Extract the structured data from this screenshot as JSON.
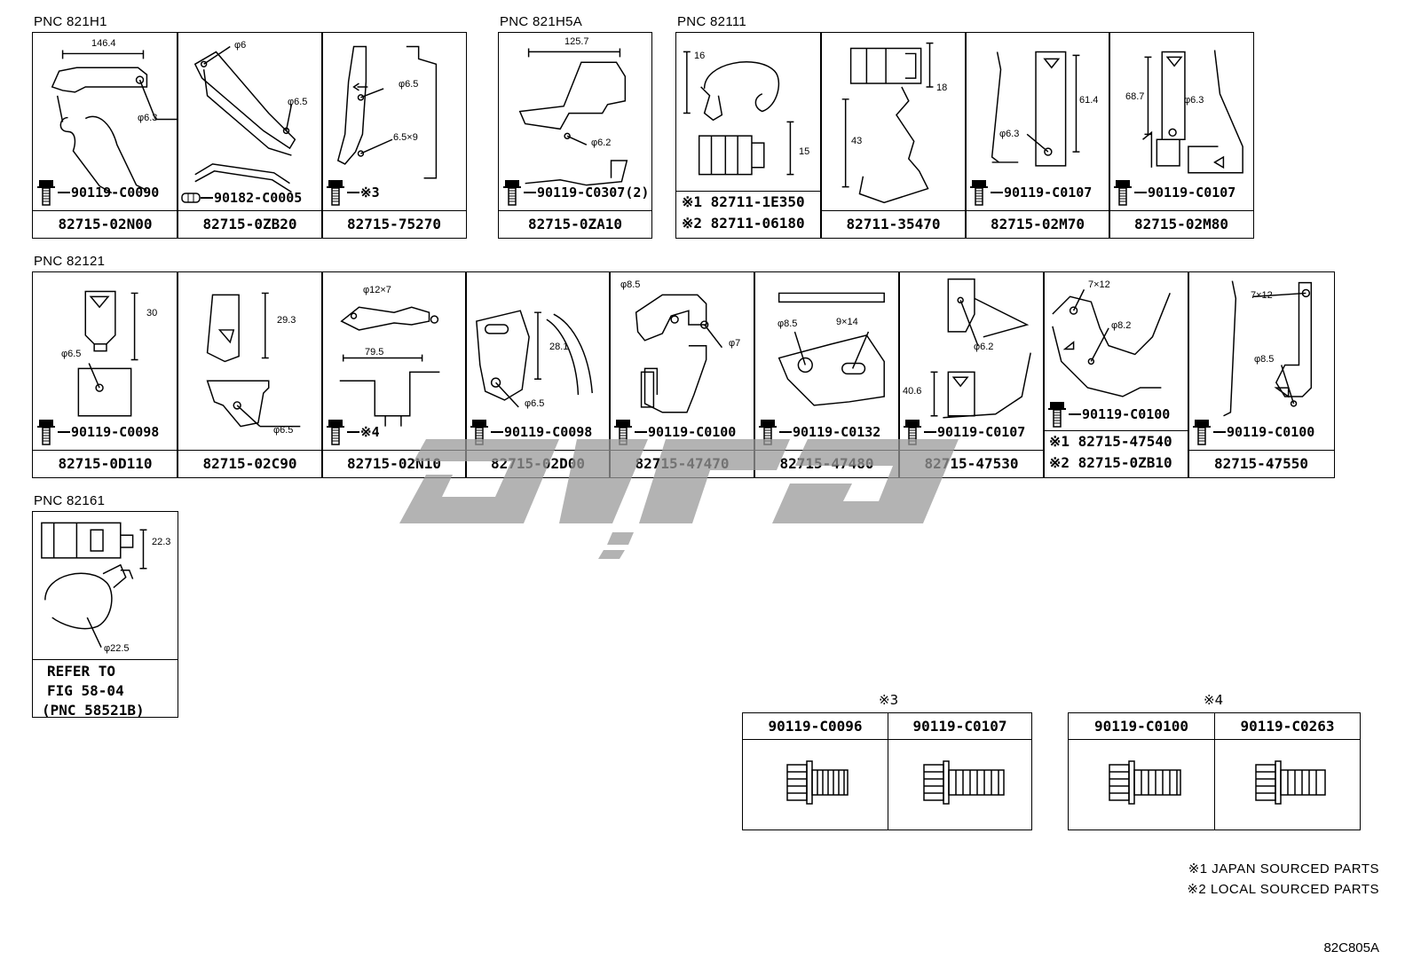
{
  "pnc_labels": {
    "p821H1": "PNC 821H1",
    "p821H5A": "PNC 821H5A",
    "p82111": "PNC 82111",
    "p82121": "PNC 82121",
    "p82161": "PNC 82161"
  },
  "row1": {
    "c1": {
      "fastener": "90119-C0090",
      "part": "82715-02N00",
      "dims": [
        "146.4",
        "φ6.3"
      ]
    },
    "c2": {
      "fastener": "90182-C0005",
      "part": "82715-0ZB20",
      "dims": [
        "φ6",
        "φ6.5"
      ]
    },
    "c3": {
      "fastener": "※3",
      "part": "82715-75270",
      "dims": [
        "φ6.5",
        "6.5×9"
      ]
    },
    "c4": {
      "fastener": "90119-C0307(2)",
      "part": "82715-0ZA10",
      "dims": [
        "125.7",
        "φ6.2"
      ]
    },
    "c5": {
      "part1": "※1 82711-1E350",
      "part2": "※2 82711-06180",
      "dims": [
        "16",
        "15"
      ]
    },
    "c6": {
      "part": "82711-35470",
      "dims": [
        "18",
        "43"
      ]
    },
    "c7": {
      "fastener": "90119-C0107",
      "part": "82715-02M70",
      "dims": [
        "61.4",
        "φ6.3"
      ]
    },
    "c8": {
      "fastener": "90119-C0107",
      "part": "82715-02M80",
      "dims": [
        "68.7",
        "φ6.3"
      ]
    }
  },
  "row2": {
    "c1": {
      "fastener": "90119-C0098",
      "part": "82715-0D110",
      "dims": [
        "30",
        "φ6.5"
      ]
    },
    "c2": {
      "part": "82715-02C90",
      "dims": [
        "29.3",
        "φ6.5"
      ]
    },
    "c3": {
      "fastener": "※4",
      "part": "82715-02N10",
      "dims": [
        "φ12×7",
        "79.5"
      ]
    },
    "c4": {
      "fastener": "90119-C0098",
      "part": "82715-02D00",
      "dims": [
        "28.1",
        "φ6.5"
      ]
    },
    "c5": {
      "fastener": "90119-C0100",
      "part": "82715-47470",
      "dims": [
        "φ8.5",
        "φ7"
      ]
    },
    "c6": {
      "fastener": "90119-C0132",
      "part": "82715-47480",
      "dims": [
        "φ8.5",
        "9×14"
      ]
    },
    "c7": {
      "fastener": "90119-C0107",
      "part": "82715-47530",
      "dims": [
        "φ6.2",
        "40.6"
      ]
    },
    "c8": {
      "fastener": "90119-C0100",
      "part1": "※1 82715-47540",
      "part2": "※2 82715-0ZB10",
      "dims": [
        "7×12",
        "φ8.2"
      ]
    },
    "c9": {
      "fastener": "90119-C0100",
      "part": "82715-47550",
      "dims": [
        "7×12",
        "φ8.5"
      ]
    }
  },
  "row3": {
    "c1": {
      "refer_line1": "REFER TO",
      "refer_line2": "FIG 58-04",
      "refer_line3": "(PNC 58521B)",
      "dims": [
        "22.3",
        "φ22.5"
      ]
    }
  },
  "table3": {
    "mark": "※3",
    "cols": [
      "90119-C0096",
      "90119-C0107"
    ]
  },
  "table4": {
    "mark": "※4",
    "cols": [
      "90119-C0100",
      "90119-C0263"
    ]
  },
  "legend": {
    "l1": "※1 JAPAN SOURCED PARTS",
    "l2": "※2 LOCAL SOURCED PARTS"
  },
  "fig_code": "82C805A"
}
